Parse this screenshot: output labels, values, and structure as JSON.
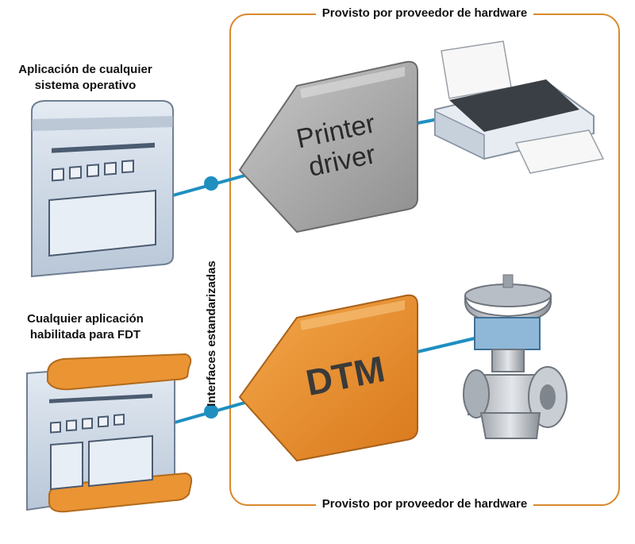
{
  "frame": {
    "top_title": "Provisto por proveedor de hardware",
    "bottom_title": "Provisto por proveedor de hardware"
  },
  "apps": {
    "os_app_label_line1": "Aplicación de cualquier",
    "os_app_label_line2": "sistema operativo",
    "fdt_app_label_line1": "Cualquier aplicación",
    "fdt_app_label_line2": "habilitada para FDT"
  },
  "interfaces_label": "Interfaces estandarizadas",
  "drivers": {
    "printer_line1": "Printer",
    "printer_line2": "driver",
    "dtm": "DTM"
  },
  "colors": {
    "frame": "#d98a2e",
    "connector": "#1f8fc0",
    "orange": "#e8902e",
    "gray": "#9a9a9a",
    "window_blue": "#c9d6e6"
  }
}
